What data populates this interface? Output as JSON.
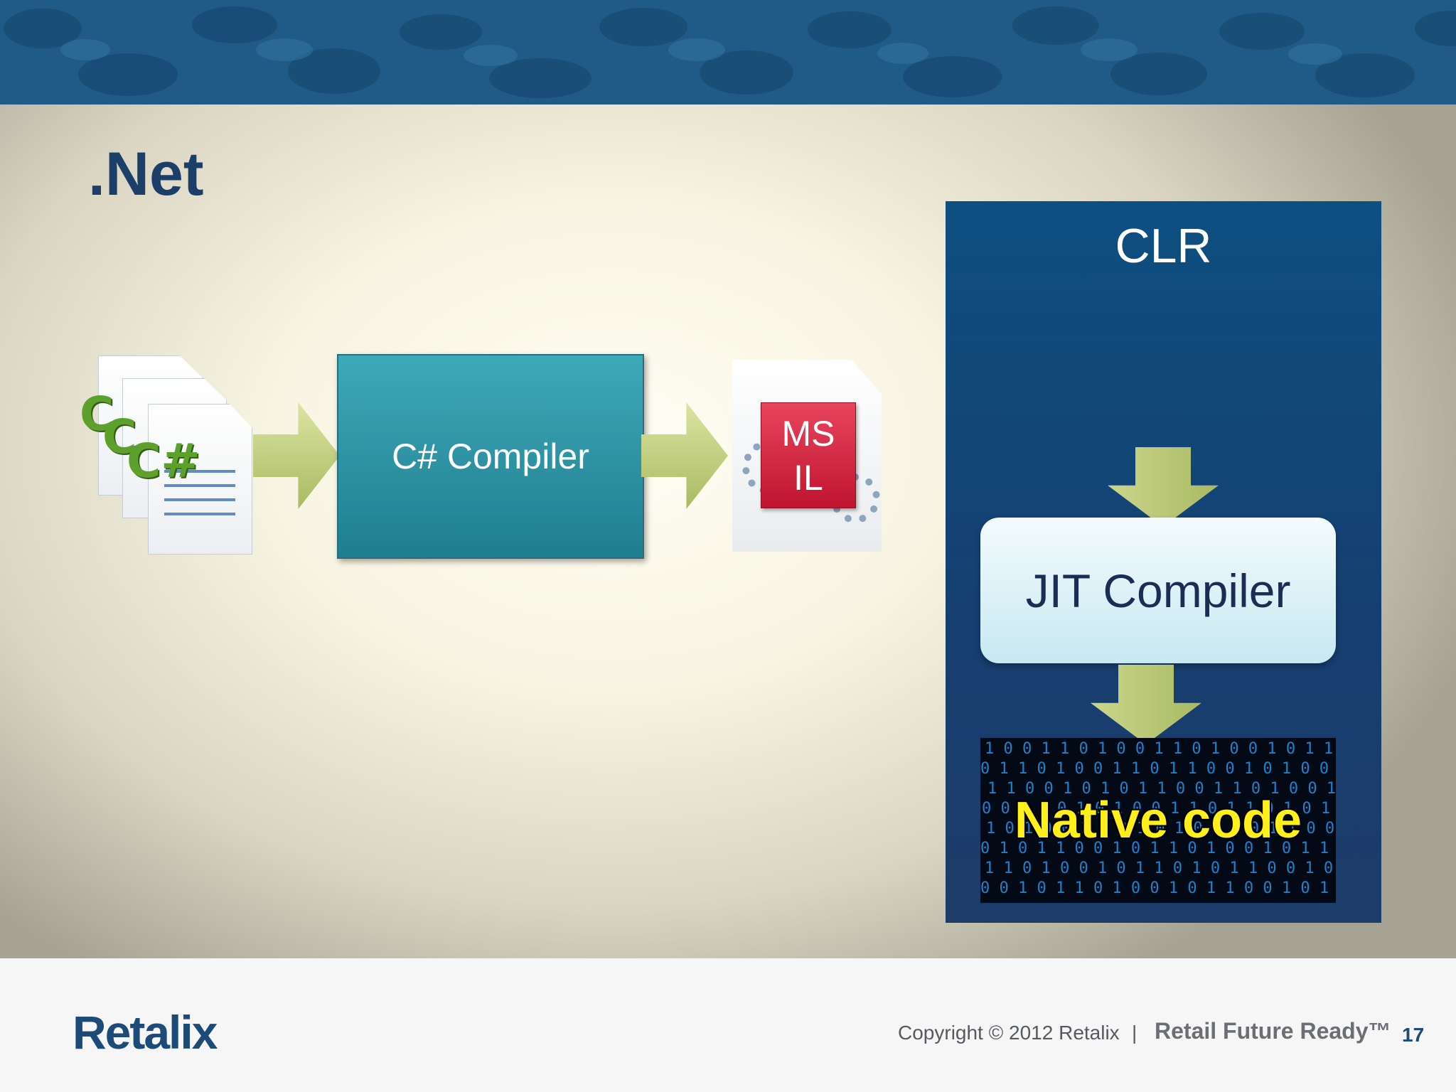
{
  "slide": {
    "title": ".Net",
    "csharp_compiler_label": "C# Compiler",
    "msil_line1": "MS",
    "msil_line2": "IL",
    "clr_title": "CLR",
    "jit_label": "JIT Compiler",
    "native_label": "Native code"
  },
  "icons": {
    "source_files": "csharp-source-files-icon",
    "msil_doc": "msil-document-icon"
  },
  "footer": {
    "logo": "Retalix",
    "copyright": "Copyright © 2012 Retalix",
    "separator": "|",
    "tagline": "Retail Future Ready™",
    "page_number": "17"
  },
  "colors": {
    "banner": "#205a86",
    "title": "#1b3f69",
    "compiler_box": "#2a93a5",
    "msil_red": "#d21c3a",
    "clr_panel": "#134878",
    "arrow": "#b7c56f",
    "native_text": "#ffef1a"
  }
}
